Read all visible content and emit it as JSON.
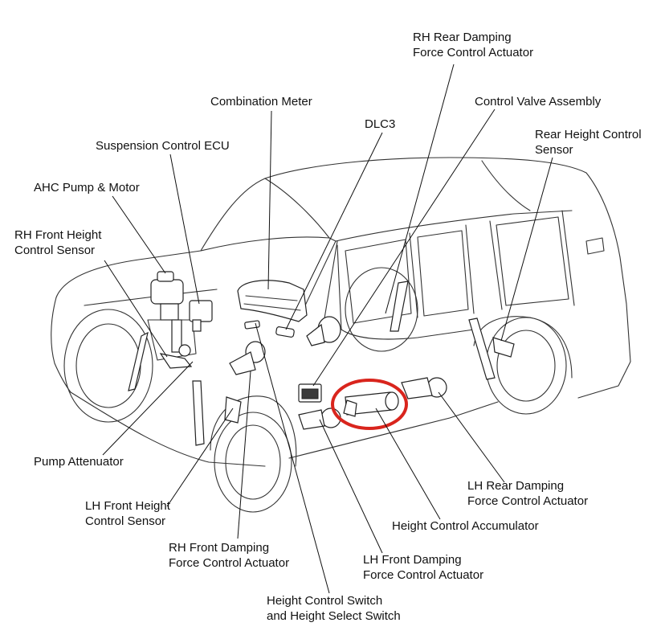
{
  "highlight_color": "#d9251d",
  "labels": {
    "rh_rear_damping": [
      "RH Rear Damping",
      "Force Control Actuator"
    ],
    "control_valve": [
      "Control Valve Assembly"
    ],
    "combination_meter": [
      "Combination Meter"
    ],
    "dlc3": [
      "DLC3"
    ],
    "rear_height_sensor": [
      "Rear Height Control",
      "Sensor"
    ],
    "suspension_ecu": [
      "Suspension Control ECU"
    ],
    "ahc_pump": [
      "AHC Pump & Motor"
    ],
    "rh_front_height_sensor": [
      "RH Front Height",
      "Control Sensor"
    ],
    "pump_attenuator": [
      "Pump Attenuator"
    ],
    "lh_front_height_sensor": [
      "LH Front Height",
      "Control Sensor"
    ],
    "rh_front_damping": [
      "RH Front Damping",
      "Force Control Actuator"
    ],
    "height_switch": [
      "Height Control Switch",
      "and Height Select Switch"
    ],
    "lh_front_damping": [
      "LH Front Damping",
      "Force Control Actuator"
    ],
    "height_accumulator": [
      "Height Control Accumulator"
    ],
    "lh_rear_damping": [
      "LH Rear Damping",
      "Force Control Actuator"
    ]
  }
}
